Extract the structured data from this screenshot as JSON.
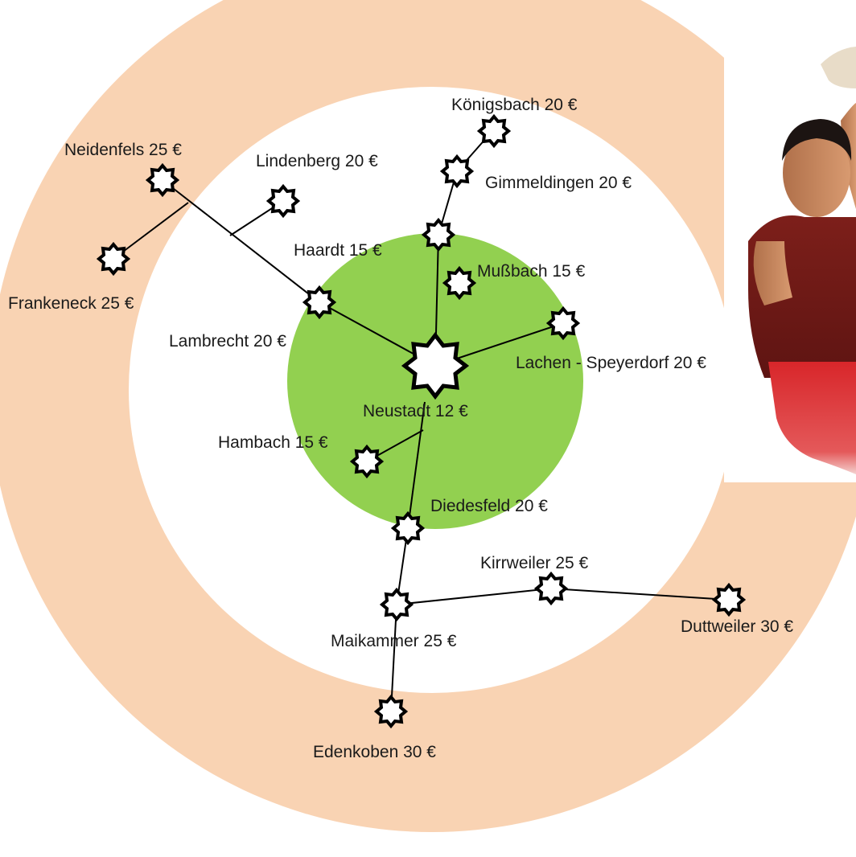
{
  "colors": {
    "outer_zone": "#f9d3b3",
    "inner_zone": "#ffffff",
    "center_zone": "#92d050",
    "marker_fill": "#ffffff",
    "marker_stroke": "#000000"
  },
  "places": {
    "neustadt": "Neustadt 12 €",
    "haardt": "Haardt 15 €",
    "mussbach": "Mußbach 15 €",
    "hambach": "Hambach 15 €",
    "lambrecht": "Lambrecht 20 €",
    "lindenberg": "Lindenberg 20 €",
    "gimmeldingen": "Gimmeldingen 20 €",
    "koenigsbach": "Königsbach 20 €",
    "lachen": "Lachen - Speyerdorf 20 €",
    "diedesfeld": "Diedesfeld 20 €",
    "neidenfels": "Neidenfels  25 €",
    "frankeneck": "Frankeneck 25 €",
    "kirrweiler": "Kirrweiler 25 €",
    "maikammer": "Maikammer 25 €",
    "duttweiler": "Duttweiler 30 €",
    "edenkoben": "Edenkoben 30 €"
  },
  "marker_icon": "star-marker-icon",
  "center_marker_icon": "large-star-marker-icon",
  "person_image": "person-photo"
}
